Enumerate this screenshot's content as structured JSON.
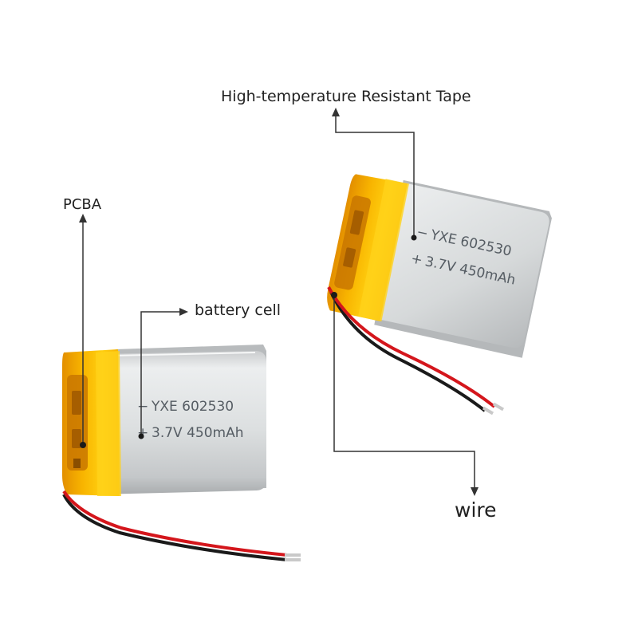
{
  "labels": {
    "pcba": "PCBA",
    "battery_cell": "battery cell",
    "tape": "High-temperature Resistant Tape",
    "wire": "wire"
  },
  "battery_print": {
    "line1_sign": "−",
    "line1_text": "YXE 602530",
    "line2_sign": "+",
    "line2_text": "3.7V 450mAh"
  },
  "colors": {
    "leader_line": "#333333",
    "tape": "#f2a800",
    "wire_red": "#d4161c",
    "wire_black": "#1a1a1a",
    "metal": "#d8dadb"
  }
}
